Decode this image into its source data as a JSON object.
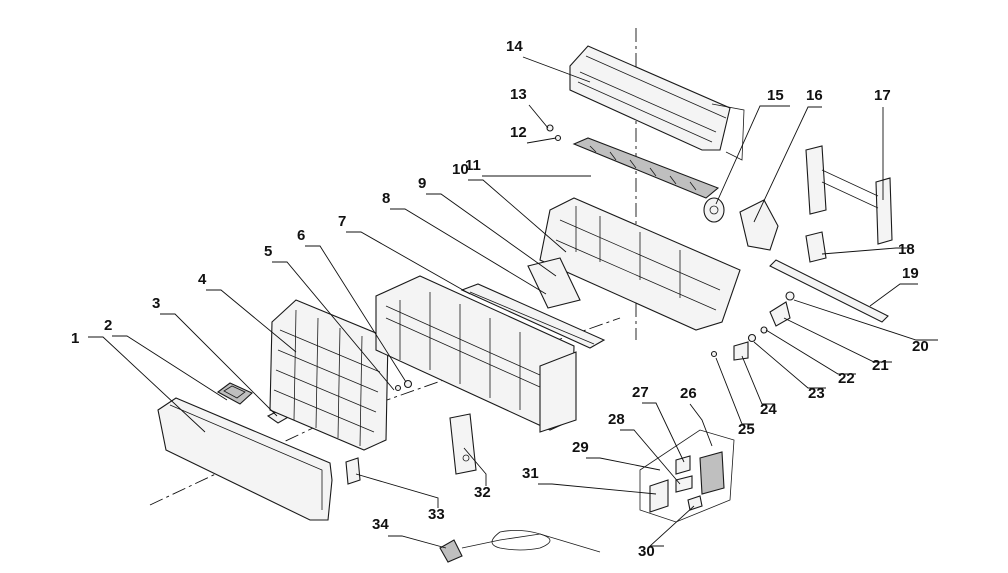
{
  "diagram": {
    "title": "",
    "callouts": [
      {
        "id": "callout-1",
        "text": "1"
      },
      {
        "id": "callout-2",
        "text": "2"
      },
      {
        "id": "callout-3",
        "text": "3"
      },
      {
        "id": "callout-4",
        "text": "4"
      },
      {
        "id": "callout-5",
        "text": "5"
      },
      {
        "id": "callout-6",
        "text": "6"
      },
      {
        "id": "callout-7",
        "text": "7"
      },
      {
        "id": "callout-8",
        "text": "8"
      },
      {
        "id": "callout-9",
        "text": "9"
      },
      {
        "id": "callout-10",
        "text": "10"
      },
      {
        "id": "callout-11",
        "text": "11"
      },
      {
        "id": "callout-12",
        "text": "12"
      },
      {
        "id": "callout-13",
        "text": "13"
      },
      {
        "id": "callout-14",
        "text": "14"
      },
      {
        "id": "callout-15",
        "text": "15"
      },
      {
        "id": "callout-16",
        "text": "16"
      },
      {
        "id": "callout-17",
        "text": "17"
      },
      {
        "id": "callout-18",
        "text": "18"
      },
      {
        "id": "callout-19",
        "text": "19"
      },
      {
        "id": "callout-20",
        "text": "20"
      },
      {
        "id": "callout-21",
        "text": "21"
      },
      {
        "id": "callout-22",
        "text": "22"
      },
      {
        "id": "callout-23",
        "text": "23"
      },
      {
        "id": "callout-24",
        "text": "24"
      },
      {
        "id": "callout-25",
        "text": "25"
      },
      {
        "id": "callout-26",
        "text": "26"
      },
      {
        "id": "callout-27",
        "text": "27"
      },
      {
        "id": "callout-28",
        "text": "28"
      },
      {
        "id": "callout-29",
        "text": "29"
      },
      {
        "id": "callout-30",
        "text": "30"
      },
      {
        "id": "callout-31",
        "text": "31"
      },
      {
        "id": "callout-32",
        "text": "32"
      },
      {
        "id": "callout-33",
        "text": "33"
      },
      {
        "id": "callout-34",
        "text": "34"
      }
    ]
  }
}
